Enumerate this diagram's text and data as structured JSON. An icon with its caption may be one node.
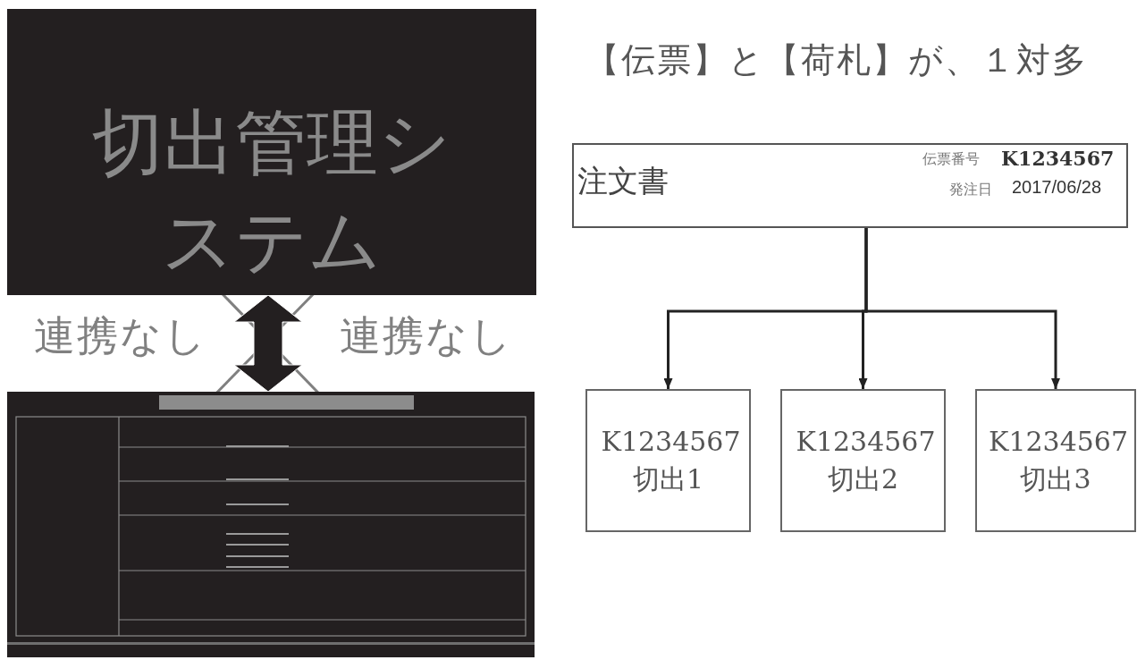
{
  "diagram": {
    "title": "【伝票】と【荷札】が、１対多",
    "nodes": [
      {
        "text": [
          "切出管理システム"
        ]
      },
      {
        "text": [],
        "shape": "picture"
      },
      {
        "text": [
          "注文書",
          "伝票番号",
          "K1234567",
          "発注日",
          "2017/06/28"
        ]
      },
      {
        "text": [
          "K1234567 切出1"
        ]
      },
      {
        "text": [
          "K1234567 切出2"
        ]
      },
      {
        "text": [
          "K1234567 切出3"
        ]
      }
    ],
    "edges": [
      {
        "from": 0,
        "to": 1,
        "arrow": "both",
        "style": "thick"
      },
      {
        "from": 2,
        "to": 3,
        "arrow": "to"
      },
      {
        "from": 2,
        "to": 4,
        "arrow": "to"
      },
      {
        "from": 2,
        "to": 5,
        "arrow": "to"
      }
    ],
    "labels": [
      "連携なし",
      "連携なし"
    ]
  }
}
